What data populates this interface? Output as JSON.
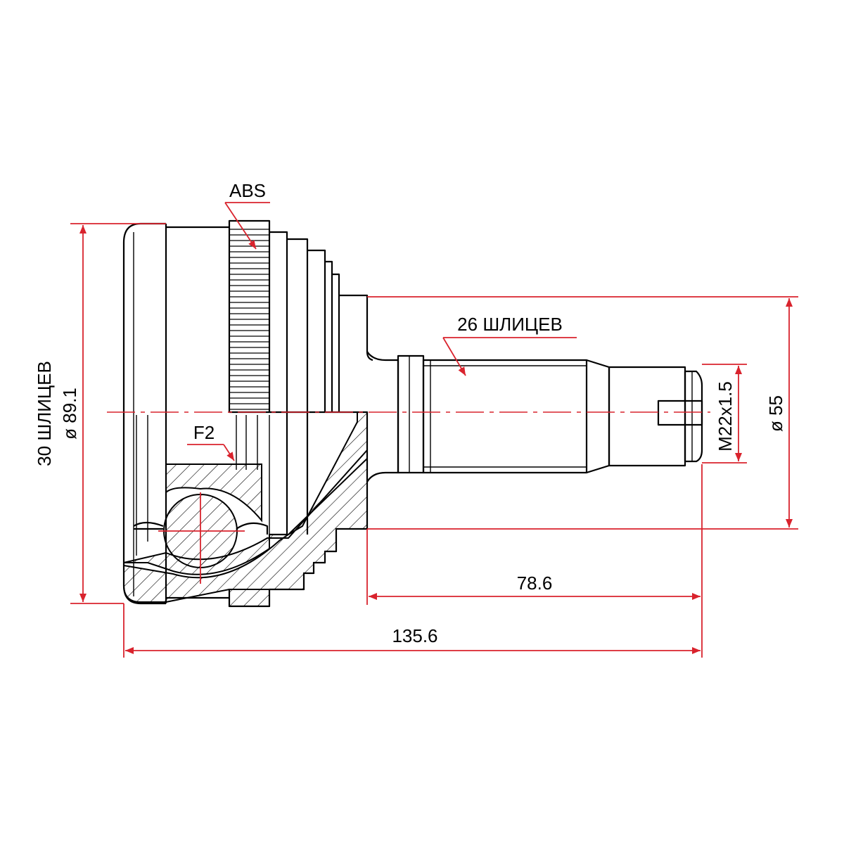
{
  "labels": {
    "abs": "ABS",
    "f2": "F2",
    "spline_outer": "26 ШЛИЦЕВ",
    "spline_inner": "30 ШЛИЦЕВ",
    "dia_housing": "ø 89.1",
    "dia_shaft": "ø 55",
    "thread": "M22x1.5",
    "len_shaft": "78.6",
    "len_total": "135.6"
  },
  "colors": {
    "dimension": "#d9232d",
    "outline": "#000000",
    "background": "#ffffff"
  }
}
